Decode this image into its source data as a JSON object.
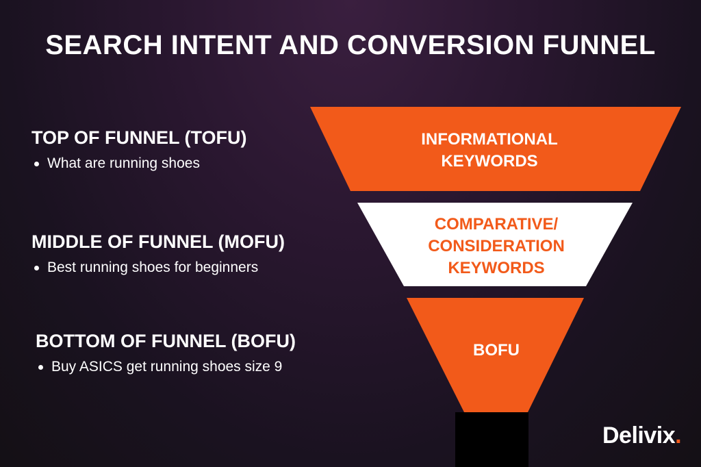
{
  "title": "SEARCH INTENT AND CONVERSION FUNNEL",
  "stages": [
    {
      "heading": "TOP OF FUNNEL (TOFU)",
      "example": "What are running shoes"
    },
    {
      "heading": "MIDDLE OF FUNNEL (MOFU)",
      "example": "Best running shoes for beginners"
    },
    {
      "heading": "BOTTOM OF FUNNEL (BOFU)",
      "example": "Buy ASICS get running shoes size 9"
    }
  ],
  "funnel": {
    "top_label": [
      "INFORMATIONAL",
      "KEYWORDS"
    ],
    "middle_label": [
      "COMPARATIVE/",
      "CONSIDERATION",
      "KEYWORDS"
    ],
    "bottom_label": "BOFU"
  },
  "logo": {
    "text": "Delivix",
    "dot": "."
  },
  "colors": {
    "accent": "#f25a1a",
    "white": "#ffffff",
    "stem": "#000000",
    "background": "#1a1220"
  },
  "icons": [
    "bullet-dot-icon"
  ]
}
